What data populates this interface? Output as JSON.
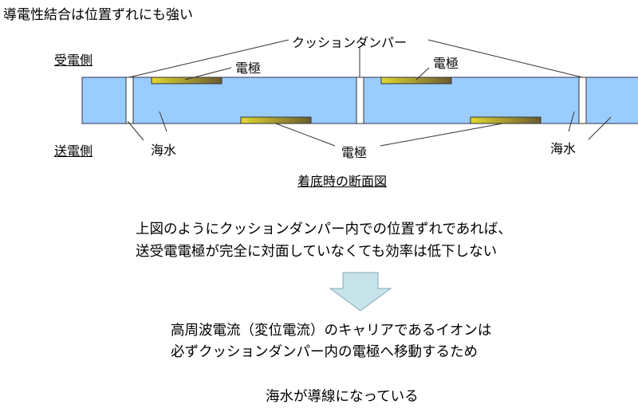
{
  "title": "導電性結合は位置ずれにも強い",
  "labels": {
    "receive_side": "受電側",
    "send_side": "送電側",
    "cushion_damper": "クッションダンパー",
    "electrode": "電極",
    "seawater": "海水",
    "caption": "着底時の断面図"
  },
  "text1": [
    "上図のようにクッションダンパー内での位置ずれであれば、",
    "送受電電極が完全に対面していなくても効率は低下しない"
  ],
  "text2": [
    "高周波電流（変位電流）のキャリアであるイオンは",
    "必ずクッションダンパー内の電極へ移動するため"
  ],
  "text3": "海水が導線になっている",
  "colors": {
    "water": "#99ccff",
    "electrode": "#c8c020",
    "arrow": "#c5e3e8"
  }
}
